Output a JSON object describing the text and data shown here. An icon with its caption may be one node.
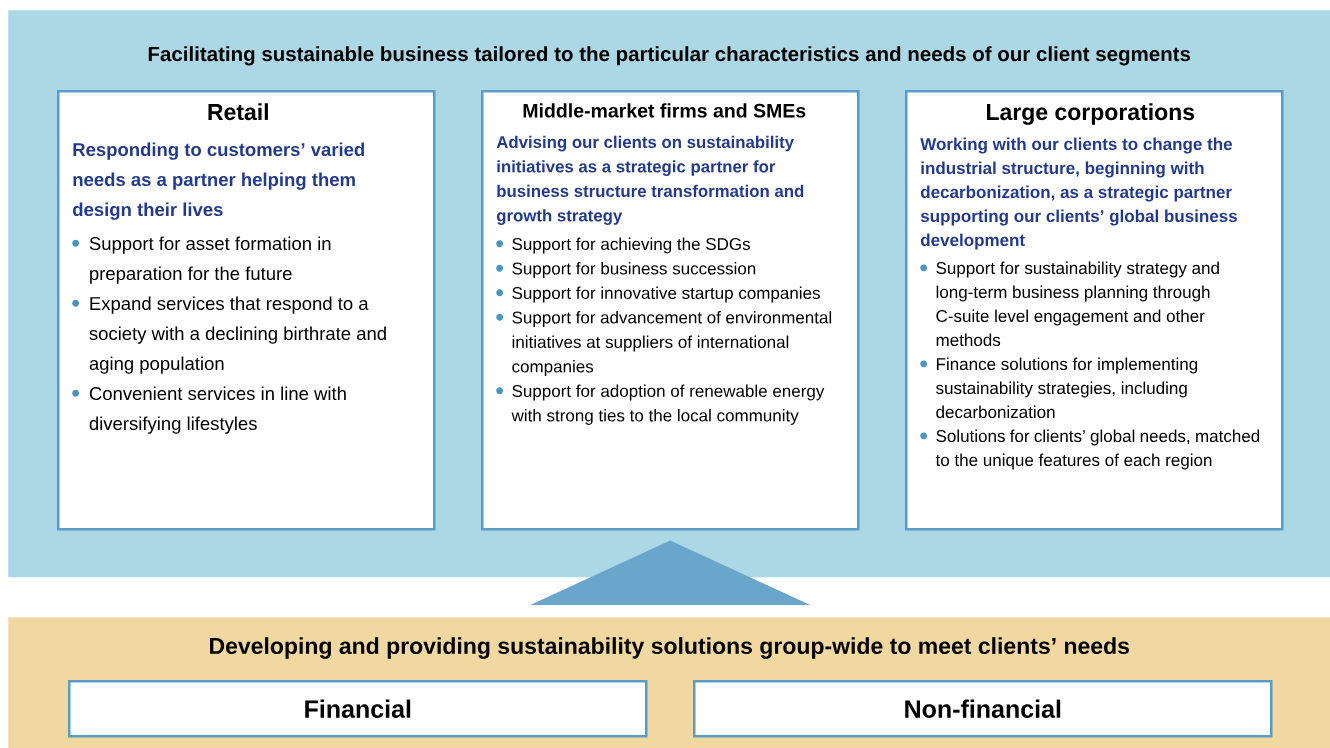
{
  "diagram": {
    "nodes": [
      {
        "text": [
          "Facilitating sustainable business tailored to the particular characteristics and needs of our client segments"
        ]
      },
      {
        "text": [
          "Retail",
          "Responding to customers’ varied needs as a partner helping them design their lives",
          "Support for asset formation in preparation for the future",
          "Expand services that respond to a society with a declining birthrate and aging population",
          "Convenient services in line with diversifying lifestyles"
        ],
        "in": 0
      },
      {
        "text": [
          "Middle-market firms and SMEs",
          "Advising our clients on sustainability initiatives as a strategic partner for business structure transformation and growth strategy",
          "Support for achieving the SDGs",
          "Support for business succession",
          "Support for innovative startup companies",
          "Support for advancement of environmental initiatives at suppliers of international companies",
          "Support for adoption of renewable energy with strong ties to the local community"
        ],
        "in": 0
      },
      {
        "text": [
          "Large corporations",
          "Working with our clients to change the industrial structure, beginning with decarbonization, as a strategic partner supporting our clients’ global business development",
          "Support for sustainability strategy and long-term business planning through C-suite level engagement and other methods",
          "Finance solutions for implementing sustainability strategies, including decarbonization",
          "Solutions for clients’ global needs, matched to the unique features of each region"
        ],
        "in": 0
      },
      {
        "text": [
          "Developing and providing sustainability solutions group-wide to meet clients’ needs"
        ]
      },
      {
        "text": [
          "Financial"
        ],
        "in": 4
      },
      {
        "text": [
          "Non-financial"
        ],
        "in": 4
      }
    ],
    "edges": [
      {
        "from": 4,
        "to": 0,
        "arrow": "to"
      }
    ]
  }
}
